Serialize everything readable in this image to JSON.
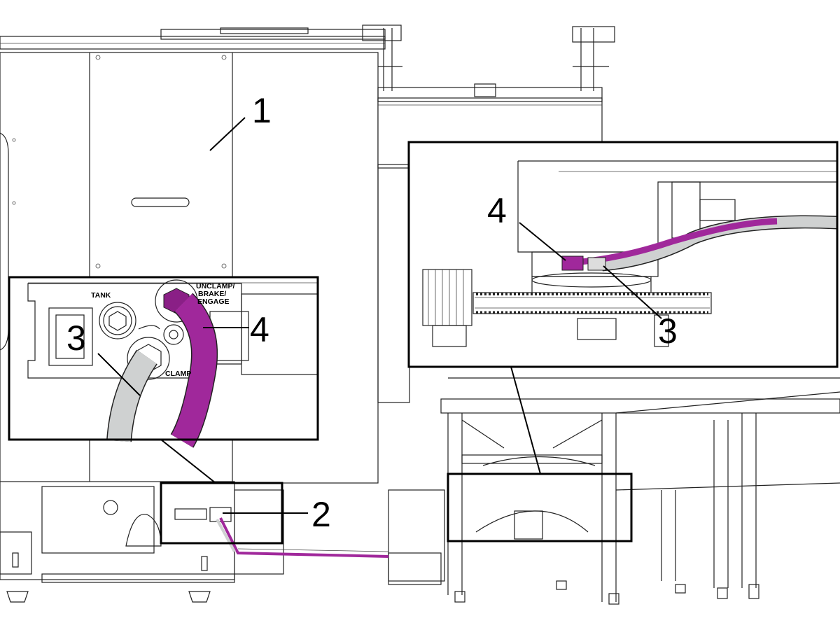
{
  "callouts": {
    "n1": "1",
    "n2": "2",
    "n3_detail": "3",
    "n4_detail": "4",
    "n3_zoom": "3",
    "n4_zoom": "4"
  },
  "port_labels": {
    "tank": "TANK",
    "unclamp_line1": "UNCLAMP/",
    "unclamp_line2": "BRAKE/",
    "unclamp_line3": "ENGAGE",
    "clamp": "CLAMP"
  },
  "colors": {
    "hose_magenta": "#a0289b",
    "hose_gray": "#cfd1d1",
    "fitting_magenta": "#8a1f86"
  }
}
